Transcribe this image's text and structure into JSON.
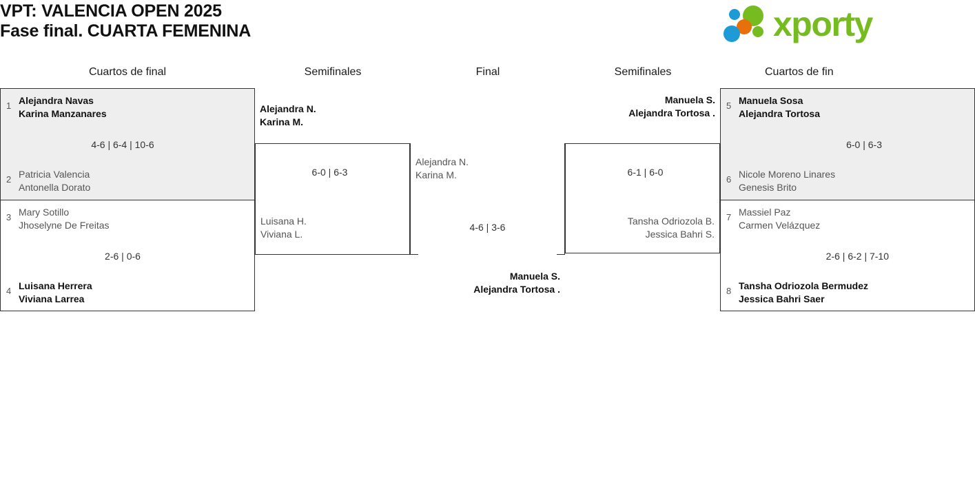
{
  "header": {
    "title_line1": "VPT: VALENCIA OPEN 2025",
    "title_line2": "Fase final. CUARTA FEMENINA",
    "logo_text": "xporty"
  },
  "rounds": [
    {
      "id": "qf-left",
      "label": "Cuartos de final"
    },
    {
      "id": "sf-left",
      "label": "Semifinales"
    },
    {
      "id": "final",
      "label": "Final"
    },
    {
      "id": "sf-right",
      "label": "Semifinales"
    },
    {
      "id": "qf-right",
      "label": "Cuartos de fin"
    }
  ],
  "bracket": {
    "quarterfinals_left": [
      {
        "score": "4-6 | 6-4 | 10-6",
        "top": {
          "seed": "1",
          "line1": "Alejandra Navas",
          "line2": "Karina Manzanares",
          "winner": true
        },
        "bottom": {
          "seed": "2",
          "line1": "Patricia Valencia",
          "line2": "Antonella Dorato",
          "winner": false
        }
      },
      {
        "score": "2-6 | 0-6",
        "top": {
          "seed": "3",
          "line1": "Mary Sotillo",
          "line2": "Jhoselyne De Freitas",
          "winner": false
        },
        "bottom": {
          "seed": "4",
          "line1": "Luisana Herrera",
          "line2": "Viviana Larrea",
          "winner": true
        }
      }
    ],
    "semifinal_left": {
      "score": "6-0 | 6-3",
      "top": {
        "line1": "Alejandra N.",
        "line2": "Karina M.",
        "winner": true
      },
      "bottom": {
        "line1": "Luisana H.",
        "line2": "Viviana L.",
        "winner": false
      }
    },
    "final": {
      "score": "4-6 | 3-6",
      "top": {
        "line1": "Alejandra N.",
        "line2": "Karina M.",
        "winner": false
      },
      "bottom": {
        "line1": "Manuela S.",
        "line2": "Alejandra Tortosa .",
        "winner": true
      }
    },
    "semifinal_right": {
      "score": "6-1 | 6-0",
      "top": {
        "line1": "Manuela S.",
        "line2": "Alejandra Tortosa .",
        "winner": true
      },
      "bottom": {
        "line1": "Tansha Odriozola B.",
        "line2": "Jessica Bahri S.",
        "winner": false
      }
    },
    "quarterfinals_right": [
      {
        "score": "6-0 | 6-3",
        "top": {
          "seed": "5",
          "line1": "Manuela Sosa",
          "line2": "Alejandra Tortosa",
          "winner": true
        },
        "bottom": {
          "seed": "6",
          "line1": "Nicole Moreno Linares",
          "line2": "Genesis Brito",
          "winner": false
        }
      },
      {
        "score": "2-6 | 6-2 | 7-10",
        "top": {
          "seed": "7",
          "line1": "Massiel Paz",
          "line2": "Carmen Velázquez",
          "winner": false
        },
        "bottom": {
          "seed": "8",
          "line1": "Tansha Odriozola Bermudez",
          "line2": "Jessica Bahri Saer",
          "winner": true
        }
      }
    ]
  },
  "colors": {
    "brand_green": "#76bc21",
    "brand_blue": "#1e9bd7",
    "brand_orange": "#e8700a",
    "shaded_row": "#eeeeee",
    "border": "#333333"
  }
}
